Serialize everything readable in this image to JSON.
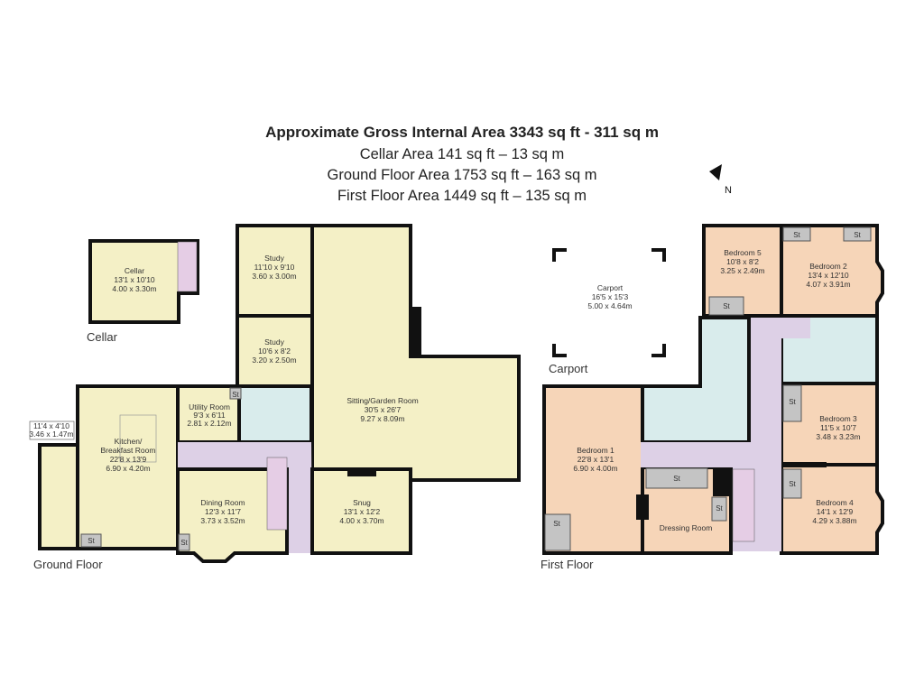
{
  "header": {
    "title": "Approximate Gross Internal Area 3343 sq ft - 311 sq m",
    "lines": [
      "Cellar Area 141 sq ft – 13 sq m",
      "Ground Floor Area 1753 sq ft – 163 sq m",
      "First Floor Area 1449 sq ft – 135 sq m"
    ]
  },
  "compass": {
    "label": "N"
  },
  "floors": {
    "cellar": {
      "label": "Cellar"
    },
    "ground": {
      "label": "Ground Floor"
    },
    "first": {
      "label": "First Floor"
    },
    "carport": {
      "label": "Carport"
    }
  },
  "store_label": "St",
  "rooms": {
    "cellar": {
      "name": "Cellar",
      "imperial": "13'1 x 10'10",
      "metric": "4.00 x 3.30m"
    },
    "study1": {
      "name": "Study",
      "imperial": "11'10 x 9'10",
      "metric": "3.60 x 3.00m"
    },
    "study2": {
      "name": "Study",
      "imperial": "10'6 x 8'2",
      "metric": "3.20 x 2.50m"
    },
    "sitting": {
      "name": "Sitting/Garden Room",
      "imperial": "30'5 x 26'7",
      "metric": "9.27 x 8.09m"
    },
    "kitchen": {
      "name": "Kitchen/",
      "name2": "Breakfast Room",
      "imperial": "22'8 x 13'9",
      "metric": "6.90 x 4.20m"
    },
    "utility": {
      "name": "Utility Room",
      "imperial": "9'3 x 6'11",
      "metric": "2.81 x 2.12m"
    },
    "porch": {
      "imperial": "11'4 x 4'10",
      "metric": "3.46 x 1.47m"
    },
    "dining": {
      "name": "Dining Room",
      "imperial": "12'3 x 11'7",
      "metric": "3.73 x 3.52m"
    },
    "snug": {
      "name": "Snug",
      "imperial": "13'1 x 12'2",
      "metric": "4.00 x 3.70m"
    },
    "carport": {
      "name": "Carport",
      "imperial": "16'5 x 15'3",
      "metric": "5.00 x 4.64m"
    },
    "bedroom1": {
      "name": "Bedroom 1",
      "imperial": "22'8 x 13'1",
      "metric": "6.90 x 4.00m"
    },
    "bedroom2": {
      "name": "Bedroom 2",
      "imperial": "13'4 x 12'10",
      "metric": "4.07 x 3.91m"
    },
    "bedroom3": {
      "name": "Bedroom 3",
      "imperial": "11'5 x 10'7",
      "metric": "3.48 x 3.23m"
    },
    "bedroom4": {
      "name": "Bedroom 4",
      "imperial": "14'1 x 12'9",
      "metric": "4.29 x 3.88m"
    },
    "bedroom5": {
      "name": "Bedroom 5",
      "imperial": "10'8 x 8'2",
      "metric": "3.25 x 2.49m"
    },
    "dressing": {
      "name": "Dressing Room"
    }
  },
  "colors": {
    "reception": "#f4f0c6",
    "bedroom": "#f6d5b8",
    "circulation": "#ddd0e6",
    "wet_room": "#d9ecec",
    "storage": "#c4c4c4",
    "wall": "#111111"
  }
}
